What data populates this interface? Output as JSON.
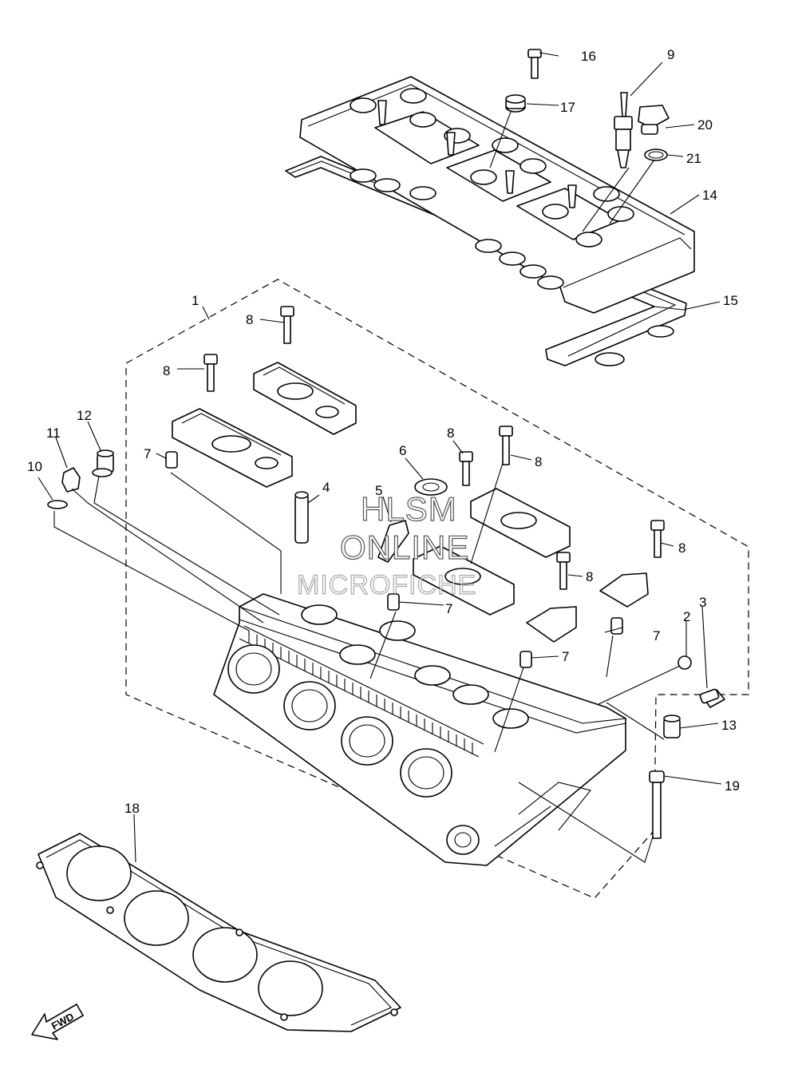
{
  "watermark": {
    "line1": "HLSM",
    "line2": "ONLINE",
    "line3": "MICROFICHE"
  },
  "fwd_label": "FWD",
  "callouts": {
    "c1": "1",
    "c2": "2",
    "c3": "3",
    "c4": "4",
    "c5": "5",
    "c6": "6",
    "c7a": "7",
    "c7b": "7",
    "c7c": "7",
    "c7d": "7",
    "c8a": "8",
    "c8b": "8",
    "c8c": "8",
    "c8d": "8",
    "c8e": "8",
    "c8f": "8",
    "c9": "9",
    "c10": "10",
    "c11": "11",
    "c12": "12",
    "c13": "13",
    "c14": "14",
    "c15": "15",
    "c16": "16",
    "c17": "17",
    "c18": "18",
    "c19": "19",
    "c20": "20",
    "c21": "21"
  }
}
